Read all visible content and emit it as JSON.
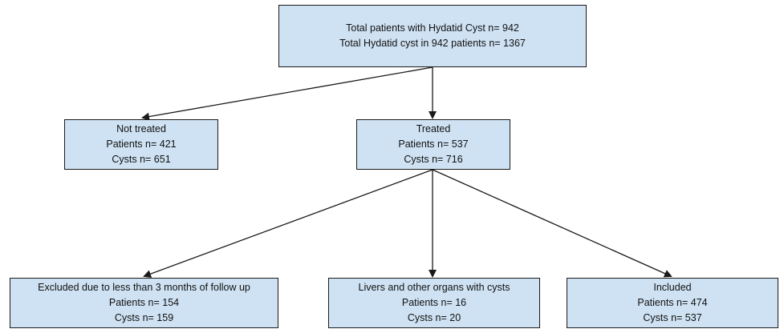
{
  "root": {
    "line1": "Total patients with Hydatid Cyst n= 942",
    "line2": "Total Hydatid cyst in 942 patients n= 1367"
  },
  "not_treated": {
    "title": "Not treated",
    "patients": "Patients n= 421",
    "cysts": "Cysts n= 651"
  },
  "treated": {
    "title": "Treated",
    "patients": "Patients n= 537",
    "cysts": "Cysts n= 716"
  },
  "excluded": {
    "title": "Excluded due to less than 3 months of follow up",
    "patients": "Patients n= 154",
    "cysts": "Cysts n= 159"
  },
  "livers": {
    "title": "Livers and other organs with cysts",
    "patients": "Patients n= 16",
    "cysts": "Cysts n= 20"
  },
  "included": {
    "title": "Included",
    "patients": "Patients n= 474",
    "cysts": "Cysts n= 537"
  },
  "colors": {
    "box_fill": "#cfe2f3",
    "border": "#1a1a1a",
    "arrow": "#1a1a1a"
  }
}
